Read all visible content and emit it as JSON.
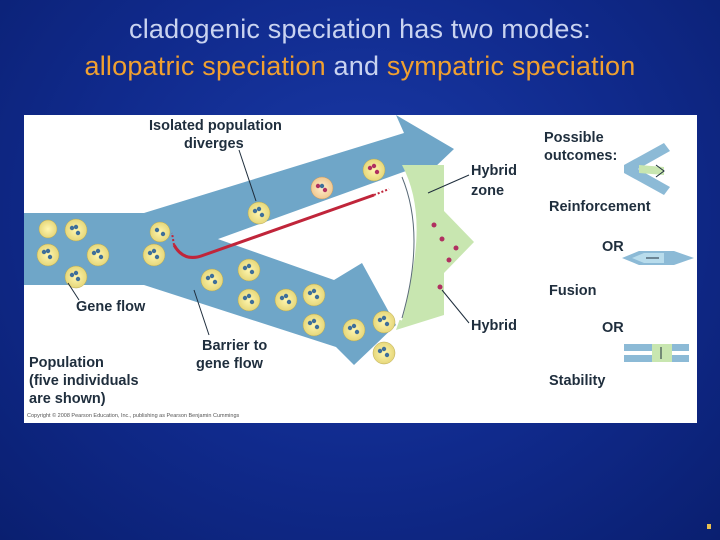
{
  "slide": {
    "title_line1": "cladogenic speciation has two modes:",
    "title_term1": "allopatric speciation",
    "title_and": " and ",
    "title_term2": "sympatric speciation"
  },
  "figure": {
    "label_isolated_1": "Isolated population",
    "label_isolated_2": "diverges",
    "label_hybrid_zone_1": "Hybrid",
    "label_hybrid_zone_2": "zone",
    "label_gene_flow": "Gene flow",
    "label_barrier_1": "Barrier to",
    "label_barrier_2": "gene flow",
    "label_population_1": "Population",
    "label_population_2": "(five individuals",
    "label_population_3": "are shown)",
    "label_hybrid": "Hybrid",
    "outcomes_heading_1": "Possible",
    "outcomes_heading_2": "outcomes:",
    "outcome_reinforcement": "Reinforcement",
    "or_1": "OR",
    "outcome_fusion": "Fusion",
    "or_2": "OR",
    "outcome_stability": "Stability",
    "copyright": "Copyright © 2008 Pearson Education, Inc., publishing as Pearson Benjamin Cummings",
    "colors": {
      "arrow_blue": "#6fa6c8",
      "hybrid_green": "#c8e6b0",
      "barrier_red": "#c0253a",
      "slide_bg": "#102a8c",
      "title_orange": "#f0a030"
    }
  }
}
